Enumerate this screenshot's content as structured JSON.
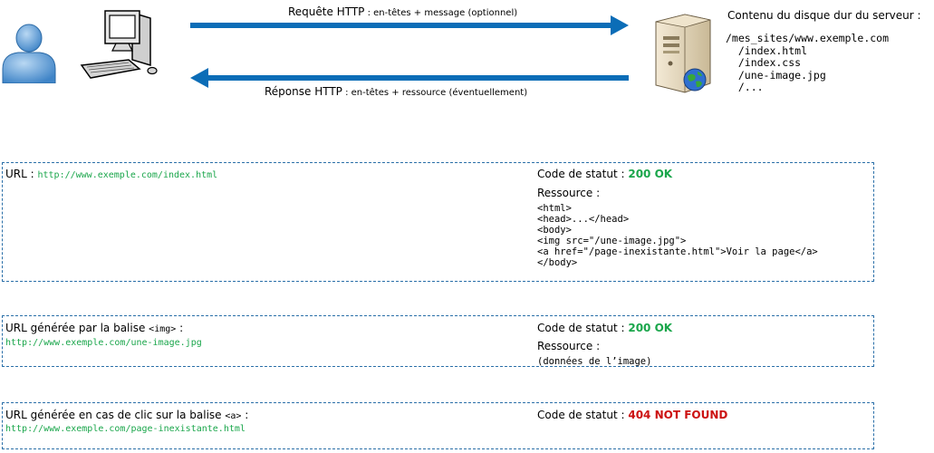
{
  "colors": {
    "arrow": "#0b6db7",
    "ok": "#1aa64b",
    "error": "#cc1111",
    "box_border": "#2a6fa8"
  },
  "icons": [
    "user-icon",
    "computer-icon",
    "server-icon",
    "globe-icon"
  ],
  "request": {
    "main": "Requête HTTP",
    "detail": " : en-têtes + message (optionnel)"
  },
  "response": {
    "main": "Réponse HTTP",
    "detail": " : en-têtes + ressource (éventuellement)"
  },
  "disk": {
    "title": "Contenu du disque dur du serveur :",
    "lines": [
      "/mes_sites/www.exemple.com",
      "  /index.html",
      "  /index.css",
      "  /une-image.jpg",
      "  /..."
    ]
  },
  "box1": {
    "url_label": "URL : ",
    "url": "http://www.exemple.com/index.html",
    "status_label": "Code de statut : ",
    "status": "200 OK",
    "resource_label": "Ressource :",
    "resource_lines": [
      "<html>",
      "<head>...</head>",
      "<body>",
      "<img src=\"/une-image.jpg\">",
      "<a href=\"/page-inexistante.html\">Voir la page</a>",
      "</body>"
    ]
  },
  "box2": {
    "url_label": "URL générée par la balise ",
    "tag": "<img>",
    "suffix": " :",
    "url": "http://www.exemple.com/une-image.jpg",
    "status_label": "Code de statut : ",
    "status": "200 OK",
    "resource_label": "Ressource :",
    "resource_value": "(données de l’image)"
  },
  "box3": {
    "url_label": "URL générée en cas de clic sur la balise ",
    "tag": "<a>",
    "suffix": " :",
    "url": "http://www.exemple.com/page-inexistante.html",
    "status_label": "Code de statut : ",
    "status": "404 NOT FOUND"
  }
}
